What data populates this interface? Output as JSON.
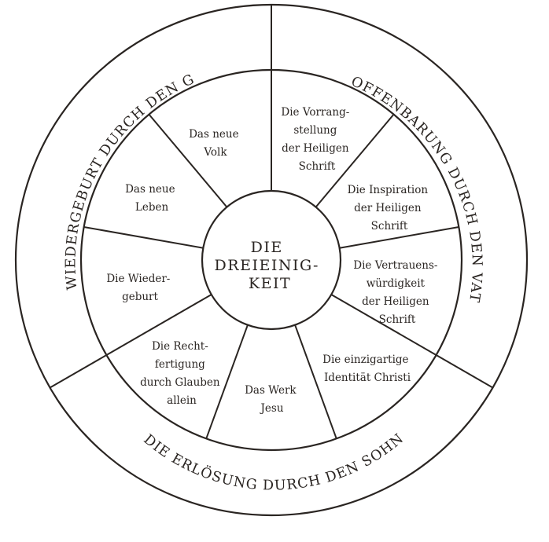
{
  "diagram": {
    "outer_labels": {
      "geist": "DIE WIEDERGEBURT DURCH DEN GEIST",
      "vater": "DIE OFFENBARUNG DURCH DEN VATER",
      "sohn": "DIE ERLÖSUNG DURCH DEN SOHN"
    },
    "center_lines": [
      "DIE",
      "DREIEINIG-",
      "KEIT"
    ],
    "segments": [
      {
        "lines": [
          "Die Vorrang-",
          "stellung",
          "der Heiligen",
          "Schrift"
        ]
      },
      {
        "lines": [
          "Die Inspiration",
          "der Heiligen",
          "Schrift"
        ]
      },
      {
        "lines": [
          "Die Vertrauens-",
          "würdigkeit",
          "der Heiligen",
          "Schrift"
        ]
      },
      {
        "lines": [
          "Die einzigartige",
          "Identität Christi"
        ]
      },
      {
        "lines": [
          "Das Werk",
          "Jesu"
        ]
      },
      {
        "lines": [
          "Die Recht-",
          "fertigung",
          "durch Glauben",
          "allein"
        ]
      },
      {
        "lines": [
          "Die Wieder-",
          "geburt"
        ]
      },
      {
        "lines": [
          "Das neue",
          "Leben"
        ]
      },
      {
        "lines": [
          "Das neue",
          "Volk"
        ]
      }
    ],
    "colors": {
      "ink": "#2a2522",
      "background": "#ffffff"
    }
  }
}
